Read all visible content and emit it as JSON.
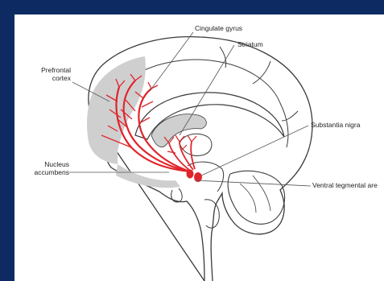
{
  "colors": {
    "background": "#0d2a63",
    "panel": "#ffffff",
    "outline": "#3a3a3a",
    "shading": "#cfcfcf",
    "pathway": "#e0242b",
    "leader": "#555555"
  },
  "labels": {
    "cingulate_gyrus": "Cingulate gyrus",
    "striatum": "Striatum",
    "prefrontal_line1": "Prefrontal",
    "prefrontal_line2": "cortex",
    "substantia_nigra": "Substantia nigra",
    "nucleus_line1": "Nucleus",
    "nucleus_line2": "accumbens",
    "ventral_tegmental": "Ventral tegmental are"
  }
}
